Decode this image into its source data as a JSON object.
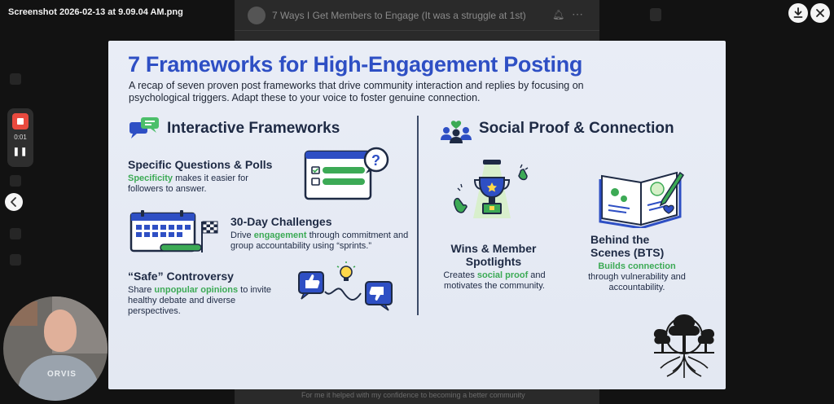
{
  "viewer": {
    "file_name": "Screenshot 2026-02-13 at 9.09.04 AM.png",
    "download_icon": "download-icon",
    "close_icon": "close-icon",
    "prev_icon": "chevron-left-icon"
  },
  "recorder": {
    "elapsed": "0:01",
    "stop_icon": "stop-icon",
    "pause_icon": "pause-icon"
  },
  "background_post": {
    "title": "7 Ways I Get Members to Engage (It was a struggle at 1st)",
    "footer_text": "For me it helped with my confidence to becoming a better community"
  },
  "webcam": {
    "shirt_text": "ORVIS"
  },
  "slide": {
    "title": "7 Frameworks for High-Engagement Posting",
    "intro": "A recap of seven proven post frameworks that drive community interaction and replies by focusing on psychological triggers. Adapt these to your voice to foster genuine connection.",
    "left_section": {
      "heading": "Interactive Frameworks",
      "items": [
        {
          "title": "Specific Questions & Polls",
          "highlight": "Specificity",
          "desc_after": " makes it easier for followers to answer."
        },
        {
          "title": "30-Day Challenges",
          "desc_before": "Drive ",
          "highlight": "engagement",
          "desc_after": " through commitment and group accountability using “sprints.”"
        },
        {
          "title": "“Safe” Controversy",
          "desc_before": "Share ",
          "highlight": "unpopular opinions",
          "desc_after": " to invite healthy debate and diverse perspectives."
        }
      ]
    },
    "right_section": {
      "heading": "Social Proof & Connection",
      "items": [
        {
          "title": "Wins & Member Spotlights",
          "desc_before": "Creates ",
          "highlight": "social proof",
          "desc_after": " and motivates the community."
        },
        {
          "title": "Behind the Scenes (BTS)",
          "highlight": "Builds connection",
          "desc_after": " through vulnerability and accountability."
        }
      ]
    },
    "colors": {
      "title_blue": "#2e4fc4",
      "highlight_green": "#3caa55",
      "ink": "#1e2a44"
    }
  }
}
